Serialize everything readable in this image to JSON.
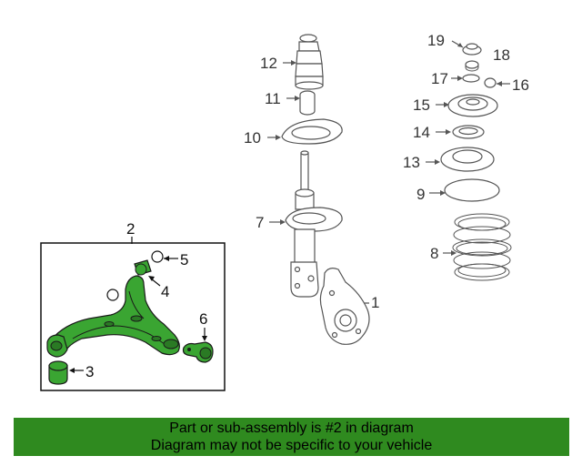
{
  "callouts": {
    "c1": "1",
    "c2": "2",
    "c3": "3",
    "c4": "4",
    "c5": "5",
    "c6": "6",
    "c7": "7",
    "c8": "8",
    "c9": "9",
    "c10": "10",
    "c11": "11",
    "c12": "12",
    "c13": "13",
    "c14": "14",
    "c15": "15",
    "c16": "16",
    "c17": "17",
    "c18": "18",
    "c19": "19"
  },
  "banner": {
    "line1": "Part or sub-assembly is #2 in diagram",
    "line2": "Diagram may not be specific to your vehicle",
    "color": "#2f8a1f"
  },
  "highlight_color": "#3aa532"
}
